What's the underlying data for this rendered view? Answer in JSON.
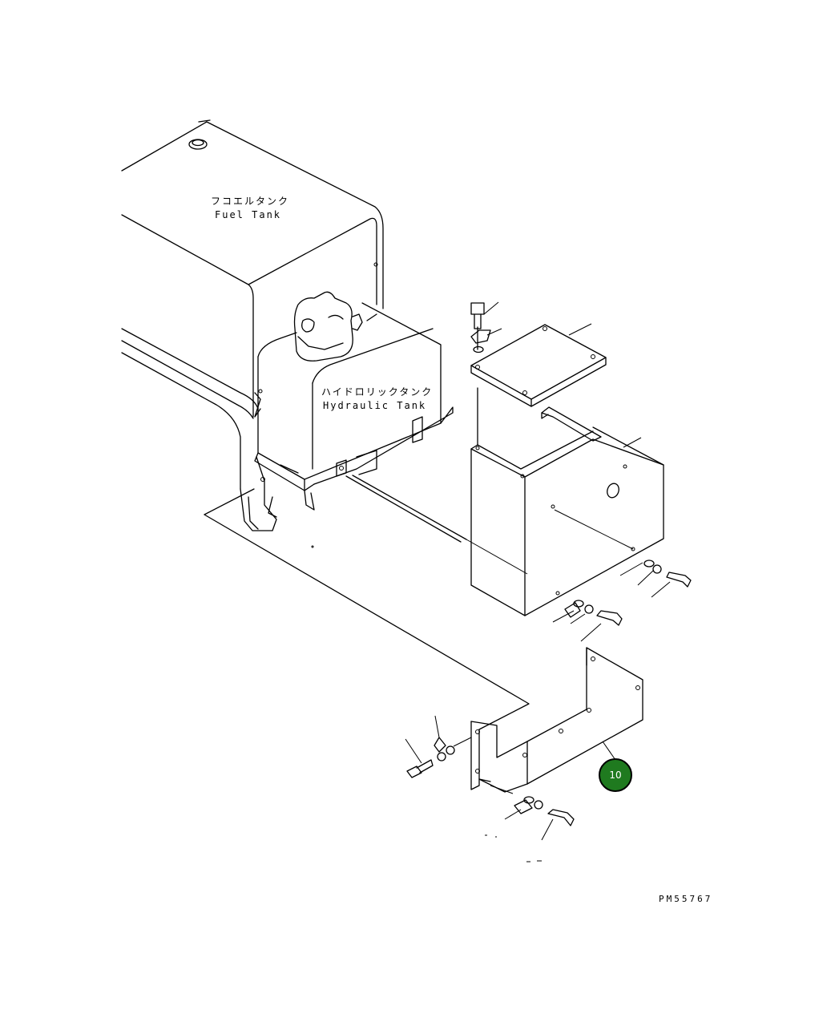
{
  "labels": {
    "fuel_tank_jp": "フコエルタンク",
    "fuel_tank_en": "Fuel Tank",
    "hydraulic_tank_jp": "ハイドロリックタンク",
    "hydraulic_tank_en": "Hydraulic Tank",
    "drawing_number": "PM55767"
  },
  "callouts": [
    {
      "number": "10",
      "color": "#1f7a1f"
    }
  ]
}
